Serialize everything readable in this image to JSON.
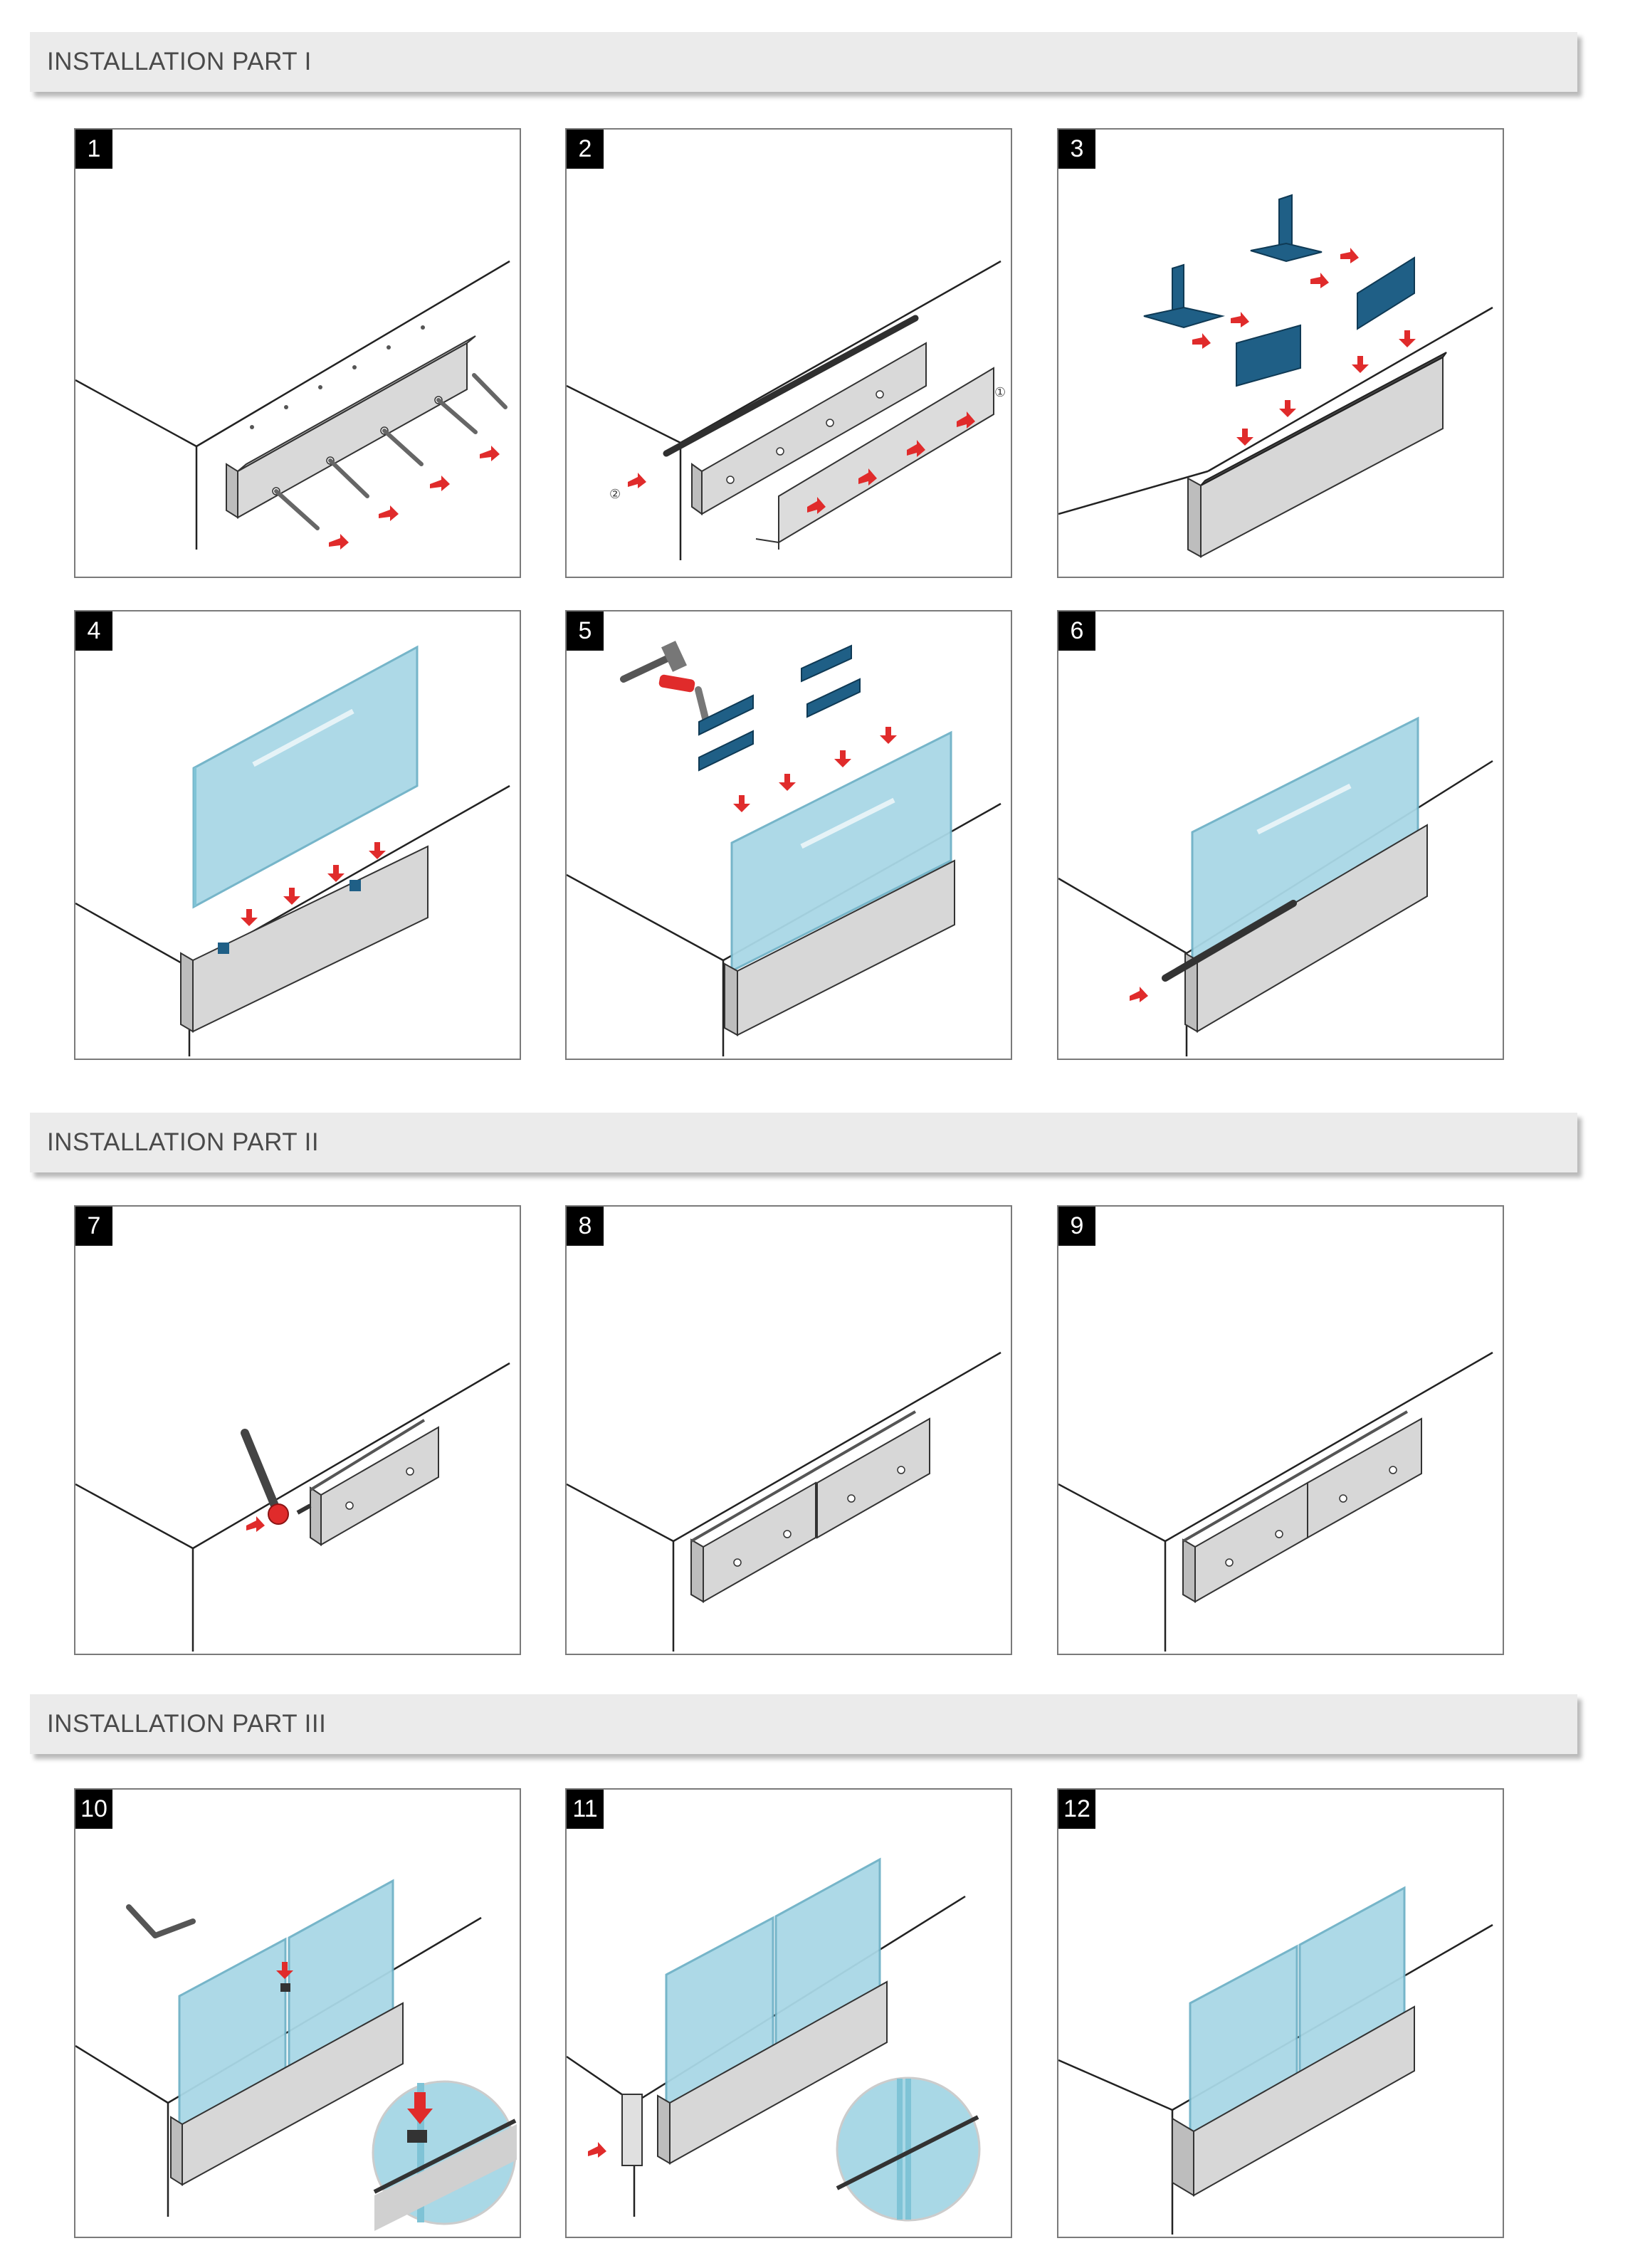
{
  "sections": [
    {
      "title": "INSTALLATION PART I"
    },
    {
      "title": "INSTALLATION PART II"
    },
    {
      "title": "INSTALLATION PART III"
    }
  ],
  "steps": [
    {
      "number": "1",
      "callouts": []
    },
    {
      "number": "2",
      "callouts": [
        "①",
        "②"
      ]
    },
    {
      "number": "3",
      "callouts": []
    },
    {
      "number": "4",
      "callouts": []
    },
    {
      "number": "5",
      "callouts": []
    },
    {
      "number": "6",
      "callouts": []
    },
    {
      "number": "7",
      "callouts": []
    },
    {
      "number": "8",
      "callouts": []
    },
    {
      "number": "9",
      "callouts": []
    },
    {
      "number": "10",
      "callouts": []
    },
    {
      "number": "11",
      "callouts": []
    },
    {
      "number": "12",
      "callouts": []
    }
  ],
  "colors": {
    "arrow": "#e02b2b",
    "gasket": "#1f5f86",
    "glass": "#a9d8e6",
    "profile": "#d3d3d3",
    "rubber": "#3a3a3a"
  }
}
